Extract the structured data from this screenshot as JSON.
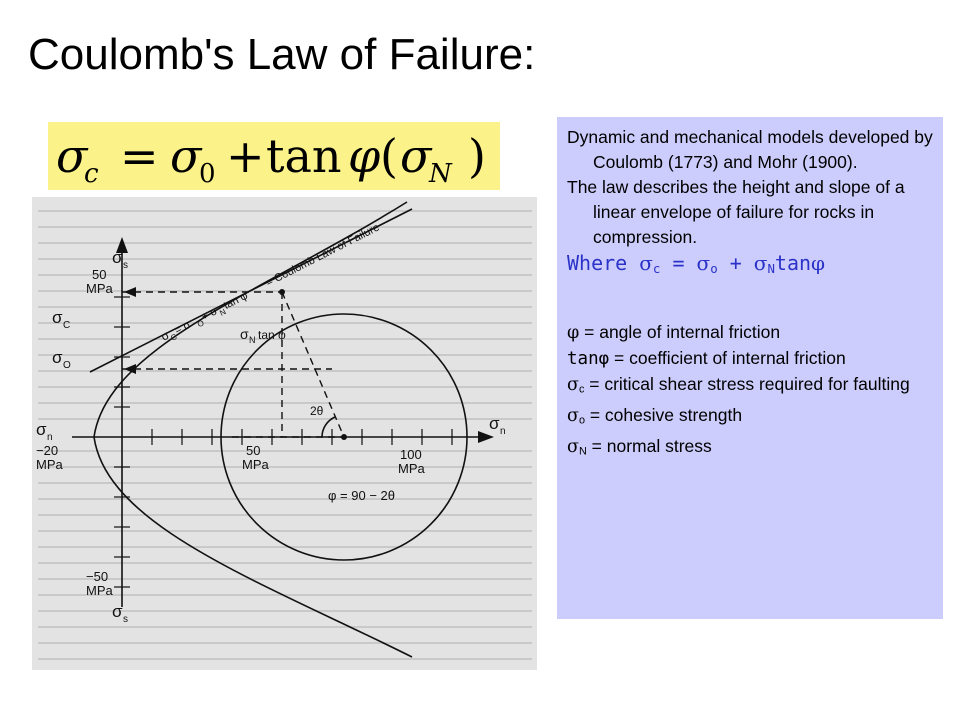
{
  "slide": {
    "title": "Coulomb's Law of Failure:",
    "equation": {
      "lhs": "σ",
      "lhs_sub": "c",
      "eq": "=",
      "t1": "σ",
      "t1_sub": "0",
      "plus": "+",
      "tan": "tan",
      "phi": "φ",
      "open": "(",
      "t2": "σ",
      "t2_sub": "N",
      "close": ")"
    },
    "figure": {
      "axis_sigma_s": "σ",
      "axis_sigma_s_sub": "s",
      "axis_sigma_n": "σ",
      "axis_sigma_n_sub": "n",
      "label_50": "50",
      "label_mpa": "MPa",
      "label_sigma_c": "σ",
      "label_sigma_c_sub": "C",
      "label_sigma_o": "σ",
      "label_sigma_o_sub": "O",
      "label_tan": "σ",
      "label_tan_sub": "N",
      "label_tan_rest": "tan φ",
      "label_eq_line": "σ",
      "label_eq_line_sub": "C",
      "label_eq_line_rest": "= σ",
      "label_eq_line_sub2": "O",
      "label_eq_line_rest2": "+ σ",
      "label_eq_line_sub3": "N",
      "label_eq_line_rest3": "tan φ",
      "label_law": "= Coulomb Law of Failure",
      "label_2theta": "2θ",
      "label_phi": "φ = 90 − 2θ",
      "label_m20": "−20",
      "label_x50": "50",
      "label_x100": "100",
      "label_mpa2": "MPa",
      "label_mpa3": "MPa",
      "label_mpa4": "MPa",
      "label_m50": "−50",
      "label_mpa5": "MPa",
      "label_sigma_s_bottom": "σ",
      "label_sigma_s_bottom_sub": "s",
      "label_sigma_n_left": "σ",
      "label_sigma_n_left_sub": "n"
    },
    "panel": {
      "para1": "Dynamic and mechanical models developed by Coulomb (1773) and Mohr (1900).",
      "para2": "The law describes the height and slope of a linear envelope of failure for rocks in compression.",
      "where": {
        "word": "Where",
        "s1": "σ",
        "s1_sub": "c",
        "eq": "=",
        "s2": "σ",
        "s2_sub": "o",
        "plus": "+",
        "s3": "σ",
        "s3_sub": "N",
        "tan": "tan",
        "phi": "φ"
      },
      "defs": [
        {
          "sym": "φ",
          "sub": "",
          "text": " = angle of internal friction"
        },
        {
          "sym": "tanφ",
          "sub": "",
          "text": " = coefficient of internal friction"
        },
        {
          "sym": "σ",
          "sub": "c",
          "text": " =  critical shear stress required for faulting"
        },
        {
          "sym": "σ",
          "sub": "o",
          "text": " = cohesive strength"
        },
        {
          "sym": "σ",
          "sub": "N",
          "text": " = normal stress"
        }
      ]
    }
  }
}
